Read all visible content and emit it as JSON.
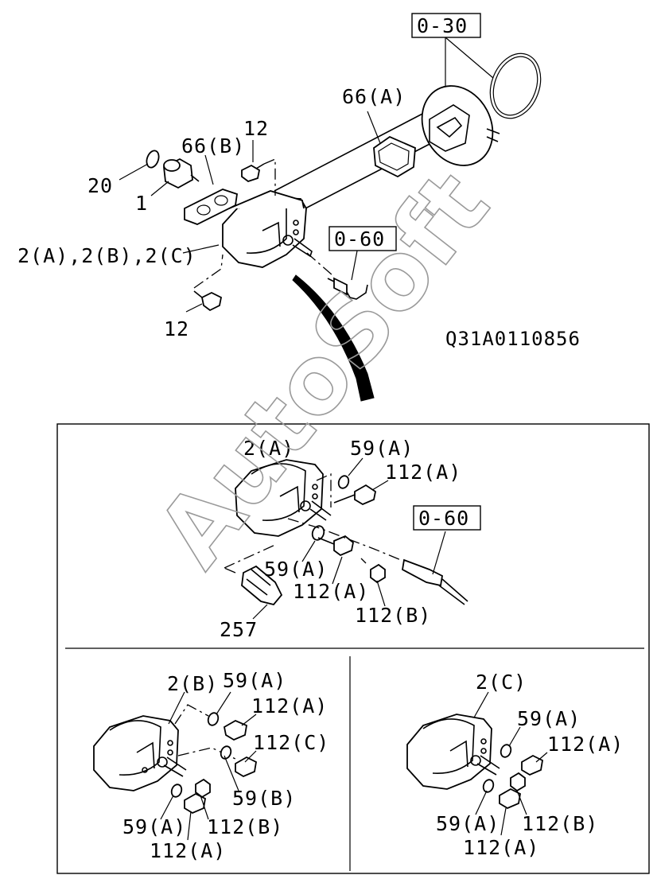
{
  "diagram": {
    "code": "Q31A0110856",
    "watermark": "AutoSoft",
    "upper": {
      "ref_030": "0-30",
      "ref_060": "0-60",
      "l_66a": "66(A)",
      "l_12_top": "12",
      "l_66b": "66(B)",
      "l_20": "20",
      "l_1": "1",
      "l_2abc": "2(A),2(B),2(C)",
      "l_12_bot": "12"
    },
    "panel_a": {
      "l_2a": "2(A)",
      "l_59a_1": "59(A)",
      "l_112a_1": "112(A)",
      "ref_060": "0-60",
      "l_59a_2": "59(A)",
      "l_112a_2": "112(A)",
      "l_112b": "112(B)",
      "l_257": "257"
    },
    "panel_b": {
      "l_2b": "2(B)",
      "l_59a_1": "59(A)",
      "l_112a_1": "112(A)",
      "l_112c": "112(C)",
      "l_59b": "59(B)",
      "l_59a_2": "59(A)",
      "l_112b": "112(B)",
      "l_112a_2": "112(A)"
    },
    "panel_c": {
      "l_2c": "2(C)",
      "l_59a_1": "59(A)",
      "l_112a_1": "112(A)",
      "l_59a_2": "59(A)",
      "l_112b": "112(B)",
      "l_112a_2": "112(A)"
    }
  }
}
